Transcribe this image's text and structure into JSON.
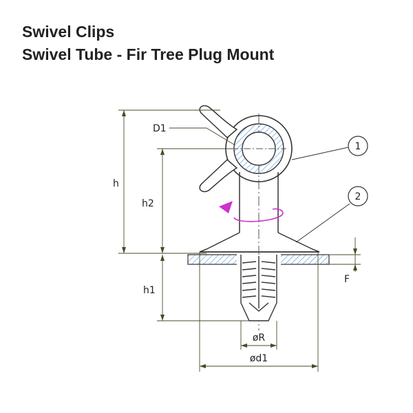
{
  "header": {
    "title_line1": "Swivel Clips",
    "title_line2": "Swivel Tube - Fir Tree Plug Mount"
  },
  "diagram": {
    "labels": {
      "D1": "D1",
      "h": "h",
      "h2": "h2",
      "h1": "h1",
      "F": "F",
      "R": "øR",
      "d1": "ød1"
    },
    "callouts": [
      "1",
      "2"
    ],
    "colors": {
      "line": "#333333",
      "dimension": "#4a4a2a",
      "hatch": "#4a90d9",
      "rotation_arrow": "#cc33cc"
    }
  }
}
